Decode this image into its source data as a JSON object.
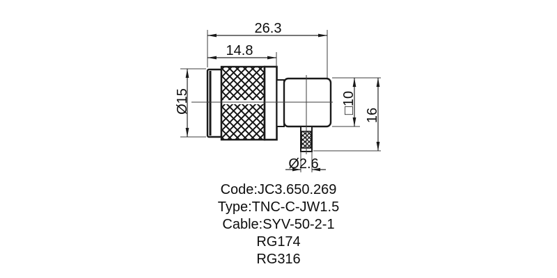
{
  "colors": {
    "background": "#ffffff",
    "line": "#1a1a1a",
    "text": "#0d0d0d"
  },
  "dimensions": {
    "overall_length": "26.3",
    "coupling_length": "14.8",
    "coupling_diameter": "Ø15",
    "body_square_size": "□10",
    "body_height": "16",
    "stem_diameter": "Ø2.6"
  },
  "spec_notes": [
    "Code:JC3.650.269",
    "Type:TNC-C-JW1.5",
    "Cable:SYV-50-2-1",
    "RG174",
    "RG316"
  ]
}
